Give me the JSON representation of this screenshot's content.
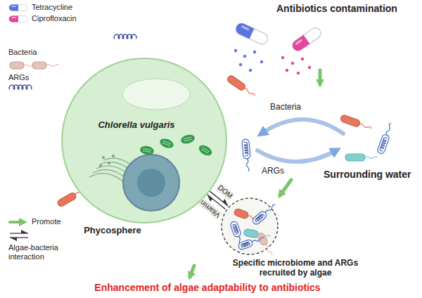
{
  "diagram": {
    "caption": "Enhancement of algae adaptability to antibiotics",
    "nodes": [
      {
        "text": [
          "Phycosphere"
        ]
      },
      {
        "text": [
          "Chlorella vulgaris"
        ],
        "in": 0
      },
      {
        "text": [
          "Specific microbiome and ARGs recruited by algae"
        ],
        "in": 0
      }
    ],
    "edges": [
      {
        "from": 1,
        "to": 2,
        "label": "DOM",
        "arrow": "to"
      },
      {
        "from": 2,
        "to": 1,
        "label": "Vitamin",
        "arrow": "to"
      }
    ],
    "labels": [
      "Antibiotics contamination",
      "Bacteria",
      "ARGs",
      "Surrounding water"
    ],
    "legend": [
      {
        "text": "Tetracycline"
      },
      {
        "text": "Ciprofloxacin"
      },
      {
        "text": "Bacteria"
      },
      {
        "text": "ARGs"
      },
      {
        "text": "Promote"
      },
      {
        "text": "Algae-bacteria interaction"
      }
    ]
  }
}
